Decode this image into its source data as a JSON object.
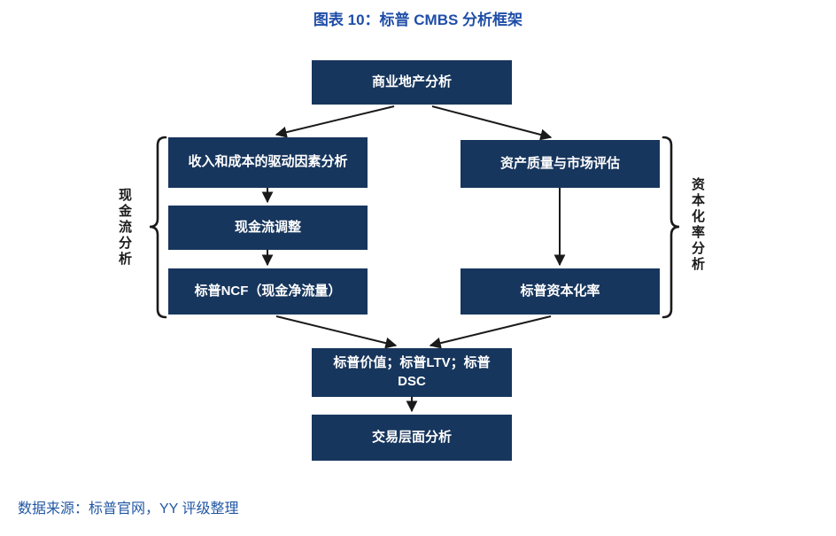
{
  "title": "图表 10：标普 CMBS 分析框架",
  "diagram": {
    "nodes": {
      "top": "商业地产分析",
      "left1": "收入和成本的驱动因素分析",
      "left2": "现金流调整",
      "left3": "标普NCF（现金净流量）",
      "right1": "资产质量与市场评估",
      "right2": "标普资本化率",
      "merge": "标普价值；标普LTV；标普DSC",
      "bottom": "交易层面分析"
    },
    "side_labels": {
      "left": "现金流分析",
      "right": "资本化率分析"
    }
  },
  "source": "数据来源：标普官网，YY 评级整理",
  "colors": {
    "box_fill": "#17365D",
    "box_text": "#FFFFFF",
    "title_text": "#1F4EA8",
    "source_text": "#2257A5",
    "arrow": "#1A1A1A"
  }
}
